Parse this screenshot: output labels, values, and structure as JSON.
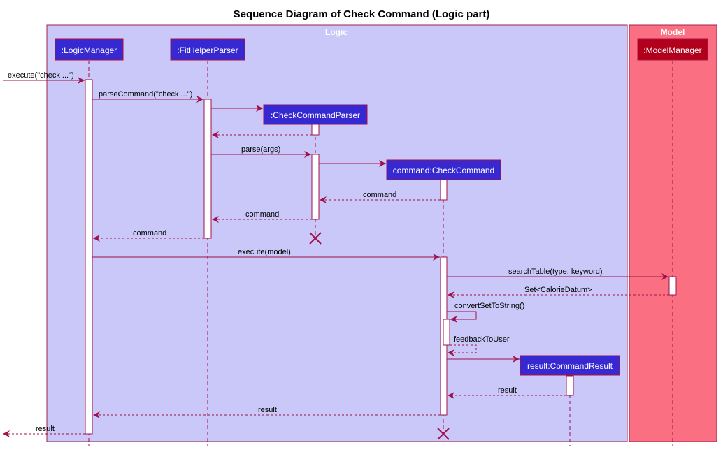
{
  "title": "Sequence Diagram of Check Command (Logic part)",
  "colors": {
    "logic_bg": "#c9c8f8",
    "logic_border": "#a0204e",
    "model_bg": "#fb6f82",
    "model_border": "#a0204e",
    "participant_fill": "#3629d2",
    "participant_border": "#b01040",
    "model_participant_fill": "#b1001c",
    "message": "#a0104a",
    "activation": "#ffffff"
  },
  "groups": {
    "logic": "Logic",
    "model": "Model"
  },
  "participants": {
    "logic_manager": ":LogicManager",
    "fithelper_parser": ":FitHelperParser",
    "check_command_parser": ":CheckCommandParser",
    "check_command": "command:CheckCommand",
    "command_result": "result:CommandResult",
    "model_manager": ":ModelManager"
  },
  "messages": {
    "m01": "execute(\"check ...\")",
    "m02": "parseCommand(\"check ...\")",
    "m03": "parse(args)",
    "m04": "command",
    "m05": "command",
    "m06": "command",
    "m07": "execute(model)",
    "m08": "searchTable(type, keyword)",
    "m09": "Set<CalorieDatum>",
    "m10": "convertSetToString()",
    "m11": "feedbackToUser",
    "m12": "result",
    "m13": "result",
    "m14": "result"
  }
}
